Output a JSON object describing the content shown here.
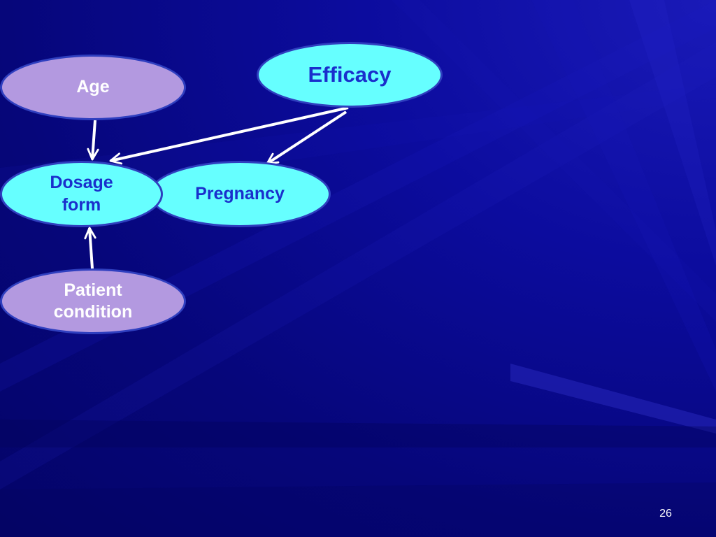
{
  "nodes": {
    "efficacy": {
      "label": "Efficacy"
    },
    "age": {
      "label": "Age"
    },
    "dosage_form": {
      "label": "Dosage\nform"
    },
    "pregnancy": {
      "label": "Pregnancy"
    },
    "patient_condition": {
      "label": "Patient\ncondition"
    }
  },
  "edges": [
    {
      "from": "efficacy",
      "to": "dosage_form"
    },
    {
      "from": "efficacy",
      "to": "pregnancy"
    },
    {
      "from": "age",
      "to": "dosage_form"
    },
    {
      "from": "patient_condition",
      "to": "dosage_form"
    }
  ],
  "slide_number": "26",
  "colors": {
    "background": "#0c0c9e",
    "node_cyan": "#66ffff",
    "node_lilac": "#b399e0",
    "node_text_blue": "#1a2fcc",
    "arrow": "#ffffff"
  }
}
